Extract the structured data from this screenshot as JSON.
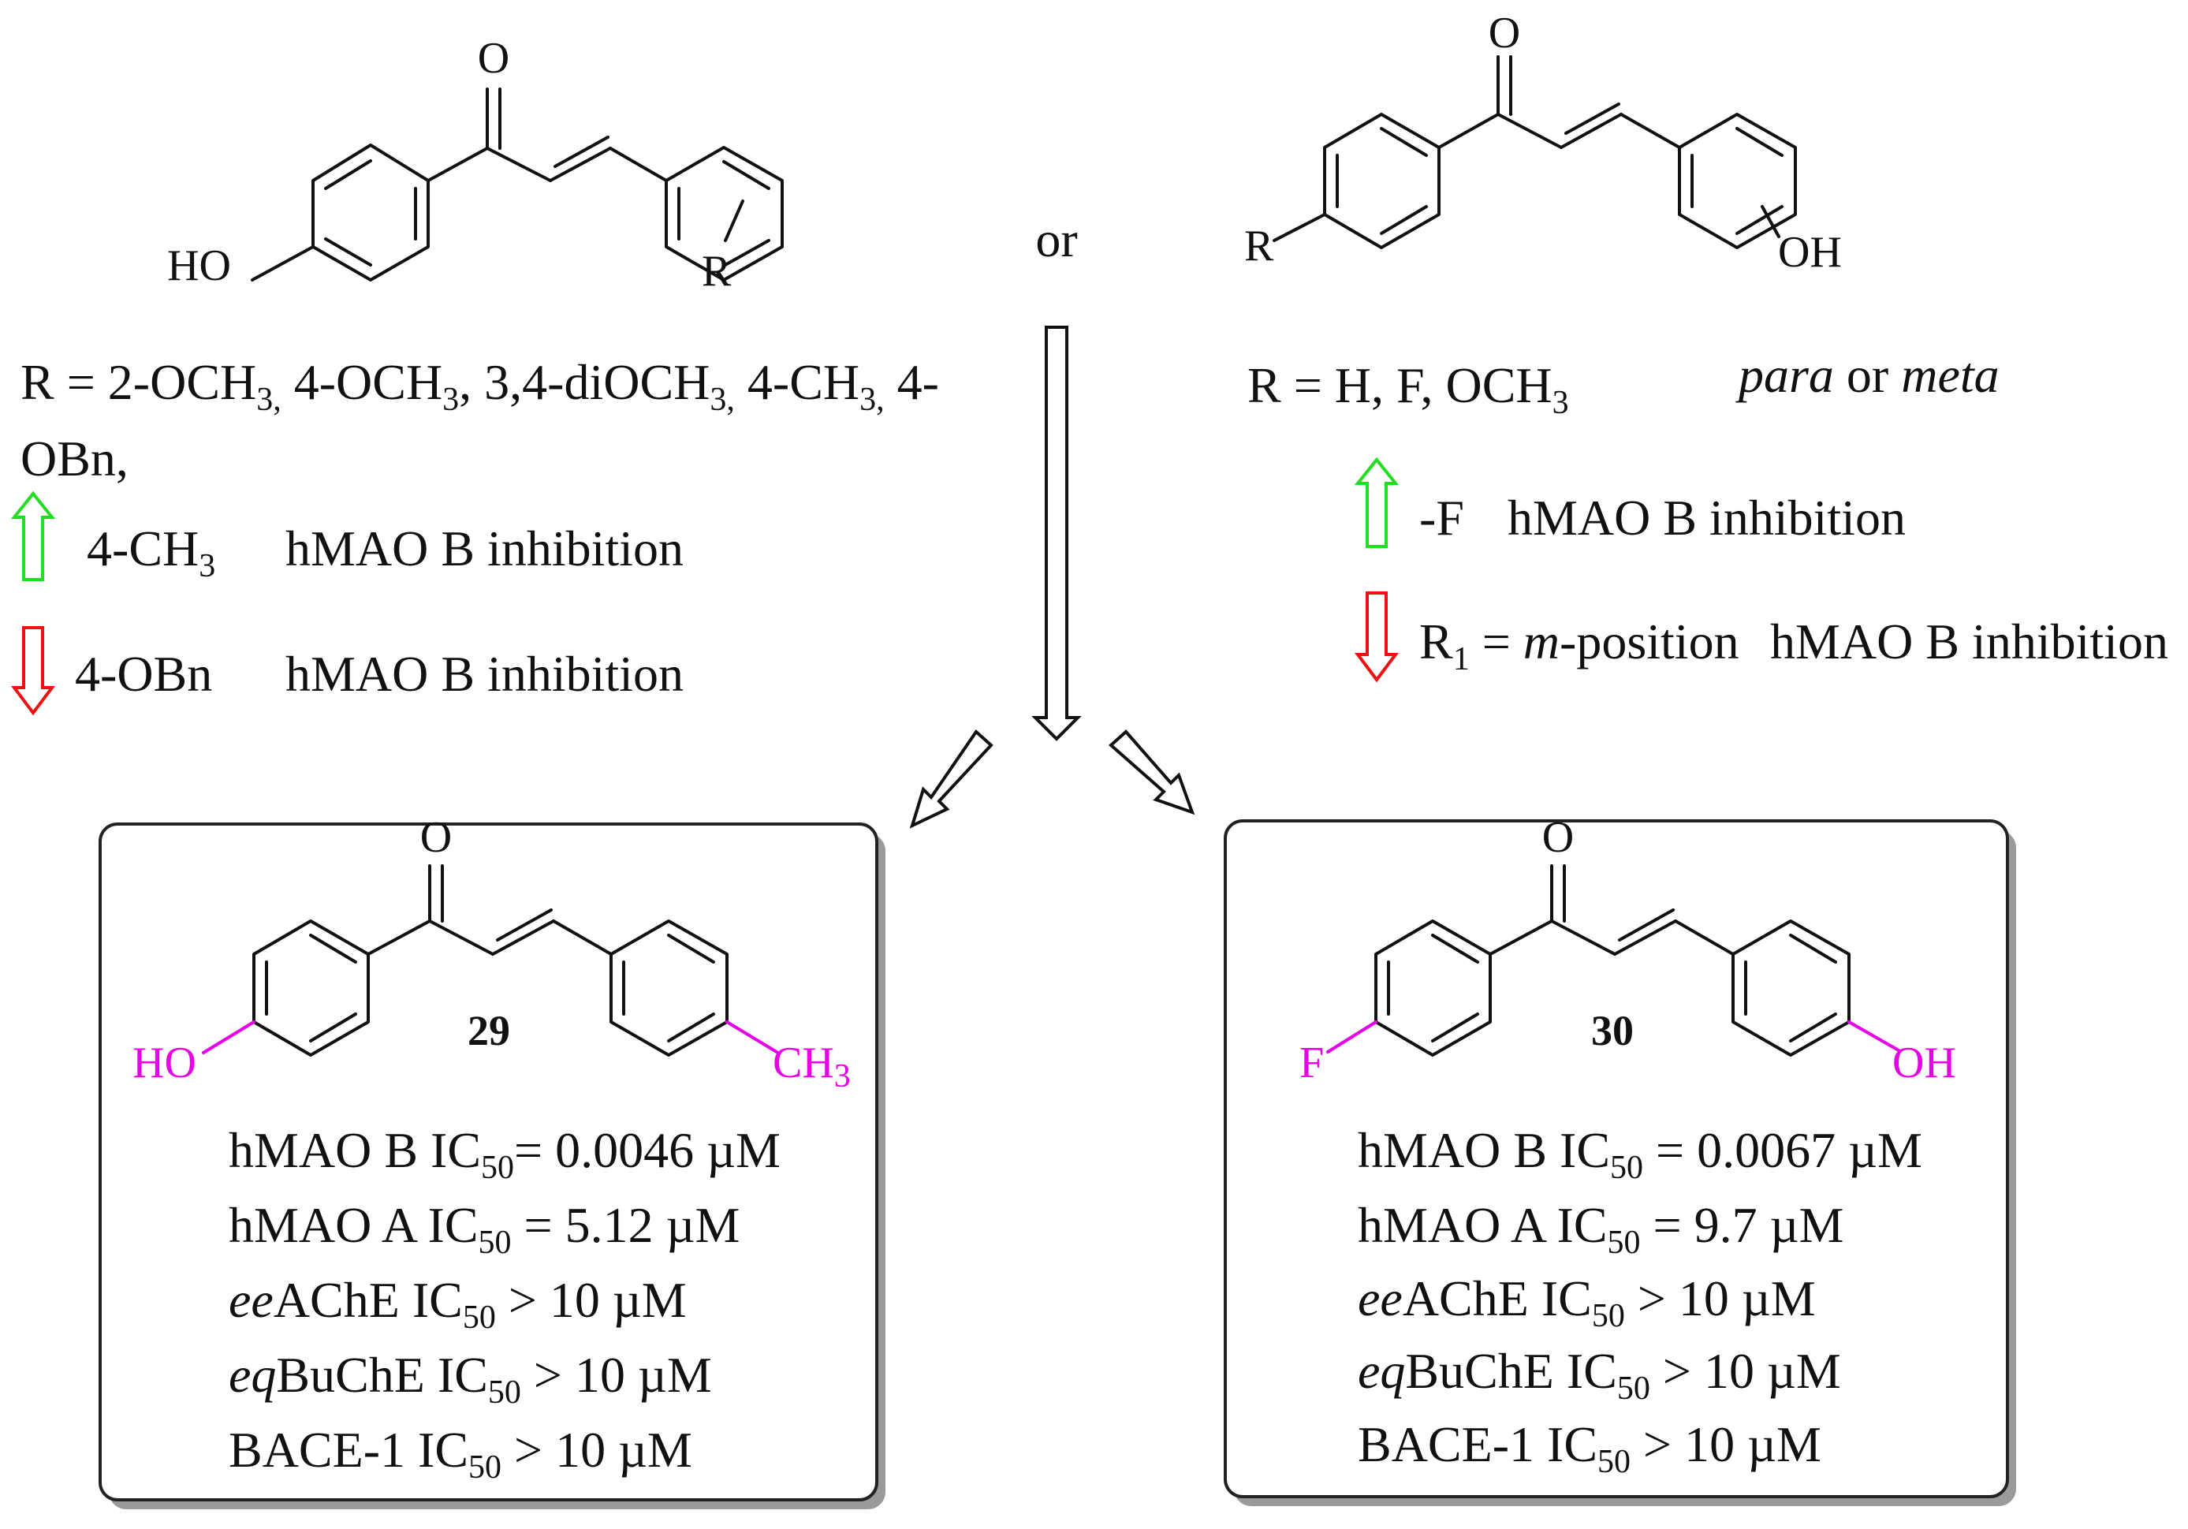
{
  "center": {
    "or_label": "or"
  },
  "top_left": {
    "atoms": {
      "ketone_o": "O",
      "hydroxyl": "HO",
      "substituent": "R"
    },
    "r_line": {
      "prefix": "R = 2-OCH",
      "p2": ",",
      "p3": "  4-OCH",
      "p4": ", 3,4-diOCH",
      "p5": ",",
      "p6": " 4-CH",
      "p7": ",",
      "p8": " 4-",
      "sub": "3"
    },
    "r_line2": "OBn,",
    "effect_up": {
      "group_main": "4-CH",
      "group_sub": "3",
      "activity": "hMAO B inhibition"
    },
    "effect_down": {
      "group": "4-OBn",
      "activity": "hMAO B inhibition"
    }
  },
  "top_right": {
    "atoms": {
      "ketone_o": "O",
      "substituent": "R",
      "hydroxyl": "OH"
    },
    "r_line": {
      "main": "R = H, F, OCH",
      "sub": "3"
    },
    "position": {
      "para": "para",
      "or": " or ",
      "meta": "meta"
    },
    "effect_up": {
      "group": "-F",
      "activity": "hMAO B inhibition"
    },
    "effect_down": {
      "prefix": "R",
      "prefix_sub": "1",
      "equals": " = ",
      "italic": "m",
      "rest": "-position",
      "activity": "hMAO B inhibition"
    }
  },
  "compound_29": {
    "number": "29",
    "atoms": {
      "ketone_o": "O",
      "hydroxyl": "HO",
      "methyl": "CH",
      "methyl_sub": "3"
    },
    "assays": [
      {
        "italic": "",
        "name": "hMAO B IC",
        "sub": "50",
        "value": "=  0.0046 µM"
      },
      {
        "italic": "",
        "name": "hMAO A IC",
        "sub": "50",
        "value": " = 5.12 µM"
      },
      {
        "italic": "ee",
        "name": "AChE IC",
        "sub": "50",
        "value": " > 10 µM"
      },
      {
        "italic": "eq",
        "name": "BuChE IC",
        "sub": "50",
        "value": " > 10 µM"
      },
      {
        "italic": "",
        "name": "BACE-1 IC",
        "sub": "50",
        "value": " > 10 µM"
      }
    ]
  },
  "compound_30": {
    "number": "30",
    "atoms": {
      "ketone_o": "O",
      "fluoro": "F",
      "hydroxyl": "OH"
    },
    "assays": [
      {
        "italic": "",
        "name": "hMAO B IC",
        "sub": "50",
        "value": " =  0.0067 µM"
      },
      {
        "italic": "",
        "name": "hMAO A IC",
        "sub": "50",
        "value": " = 9.7 µM"
      },
      {
        "italic": "ee",
        "name": "AChE IC",
        "sub": "50",
        "value": " > 10 µM"
      },
      {
        "italic": "eq",
        "name": "BuChE IC",
        "sub": "50",
        "value": " > 10 µM"
      },
      {
        "italic": "",
        "name": "BACE-1 IC",
        "sub": "50",
        "value": " > 10 µM"
      }
    ]
  },
  "colors": {
    "highlight": "#e600e6",
    "increase": "#22dd22",
    "decrease": "#ee1111"
  },
  "icons": [
    "up-arrow-icon",
    "down-arrow-icon",
    "flow-arrow-icon"
  ]
}
